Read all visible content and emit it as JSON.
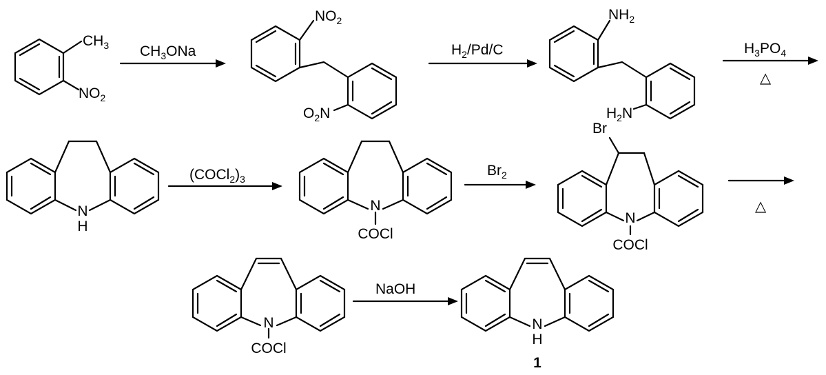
{
  "reagents": {
    "r1": "CH3ONa",
    "r2": "H2/Pd/C",
    "r3": "H3PO4",
    "r4": "(COCl2)3",
    "r5": "Br2",
    "r7": "NaOH",
    "heat_symbol": "△"
  },
  "labels": {
    "ch3": "CH3",
    "no2": "NO2",
    "o2n": "O2N",
    "nh2": "NH2",
    "h2n": "H2N",
    "n": "N",
    "h": "H",
    "cocl": "COCl",
    "br": "Br"
  },
  "product_number": "1"
}
